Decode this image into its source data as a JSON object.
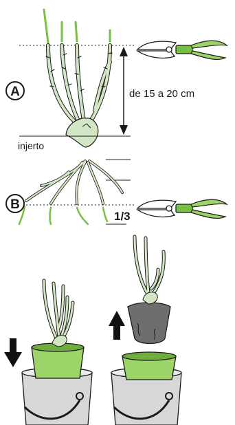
{
  "labels": {
    "step_a": "A",
    "step_b": "B",
    "height_range": "de 15 a 20 cm",
    "graft": "injerto",
    "fraction": "1/3"
  },
  "colors": {
    "stem": "#d3e6c4",
    "stem_outline": "#1a1a1a",
    "cut_green": "#76c043",
    "pot_green": "#9dd46a",
    "pot_green_dark": "#6fae3c",
    "bucket": "#d7d7d7",
    "soil": "#6e6e6e",
    "arrow": "#111111"
  },
  "icons": [
    "pruning-shears-icon",
    "arrow-down-icon",
    "arrow-up-icon"
  ]
}
